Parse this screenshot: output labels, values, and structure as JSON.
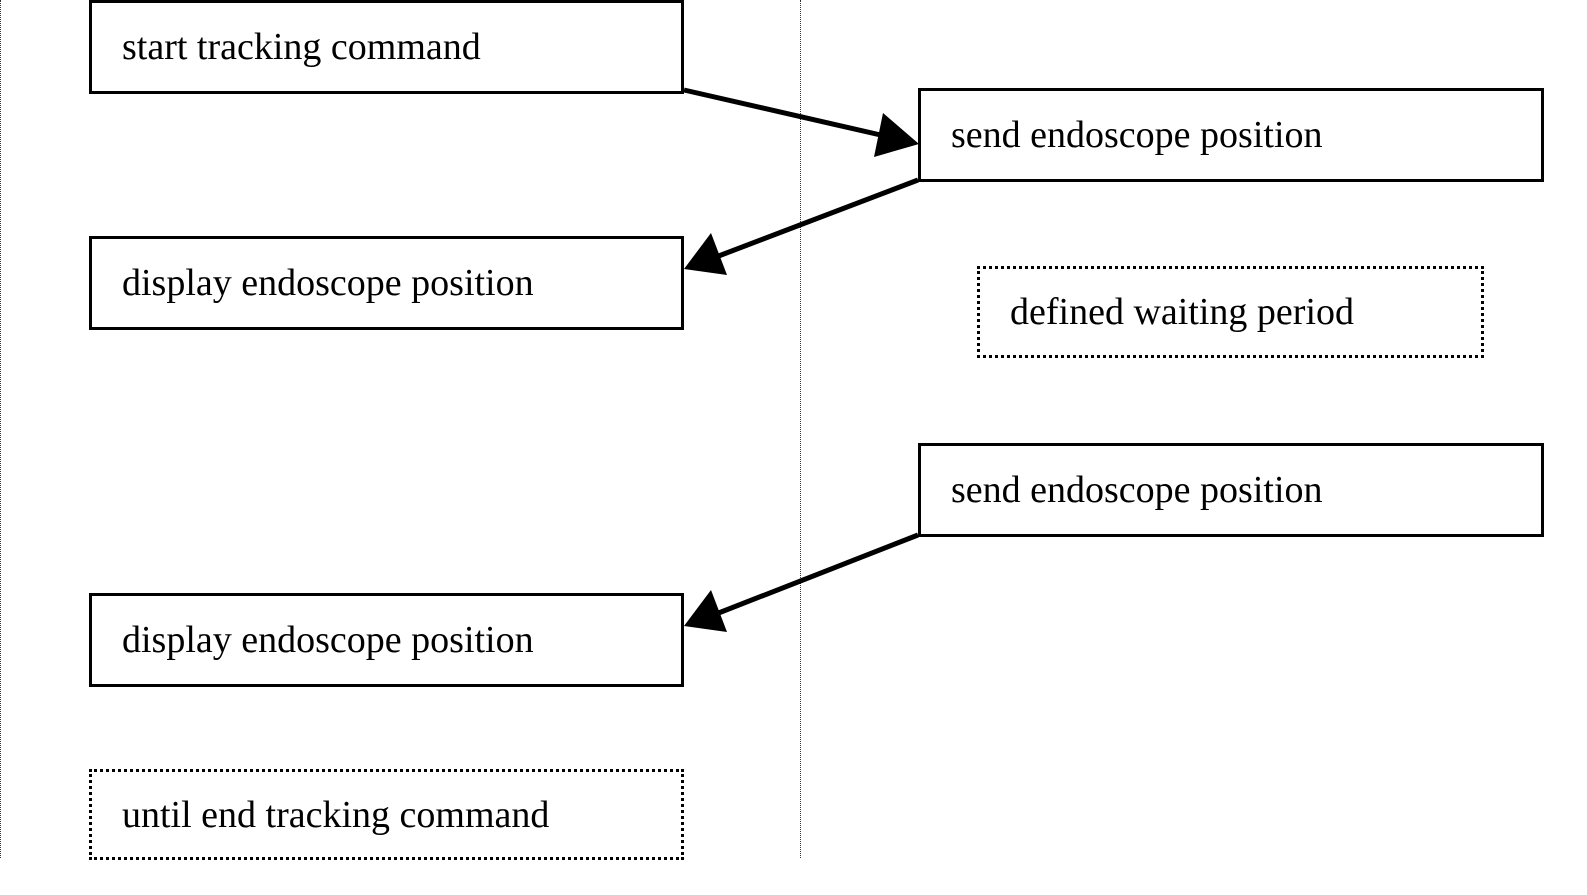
{
  "diagram": {
    "left_column": {
      "start": "start tracking command",
      "display_1": "display endoscope position",
      "display_2": "display endoscope position",
      "until": "until end tracking command"
    },
    "right_column": {
      "send_1": "send endoscope position",
      "wait": "defined waiting period",
      "send_2": "send endoscope position"
    },
    "messages": [
      {
        "from": "start tracking command",
        "to": "send endoscope position"
      },
      {
        "from": "send endoscope position",
        "to": "display endoscope position"
      },
      {
        "from": "send endoscope position",
        "to": "display endoscope position"
      }
    ]
  }
}
